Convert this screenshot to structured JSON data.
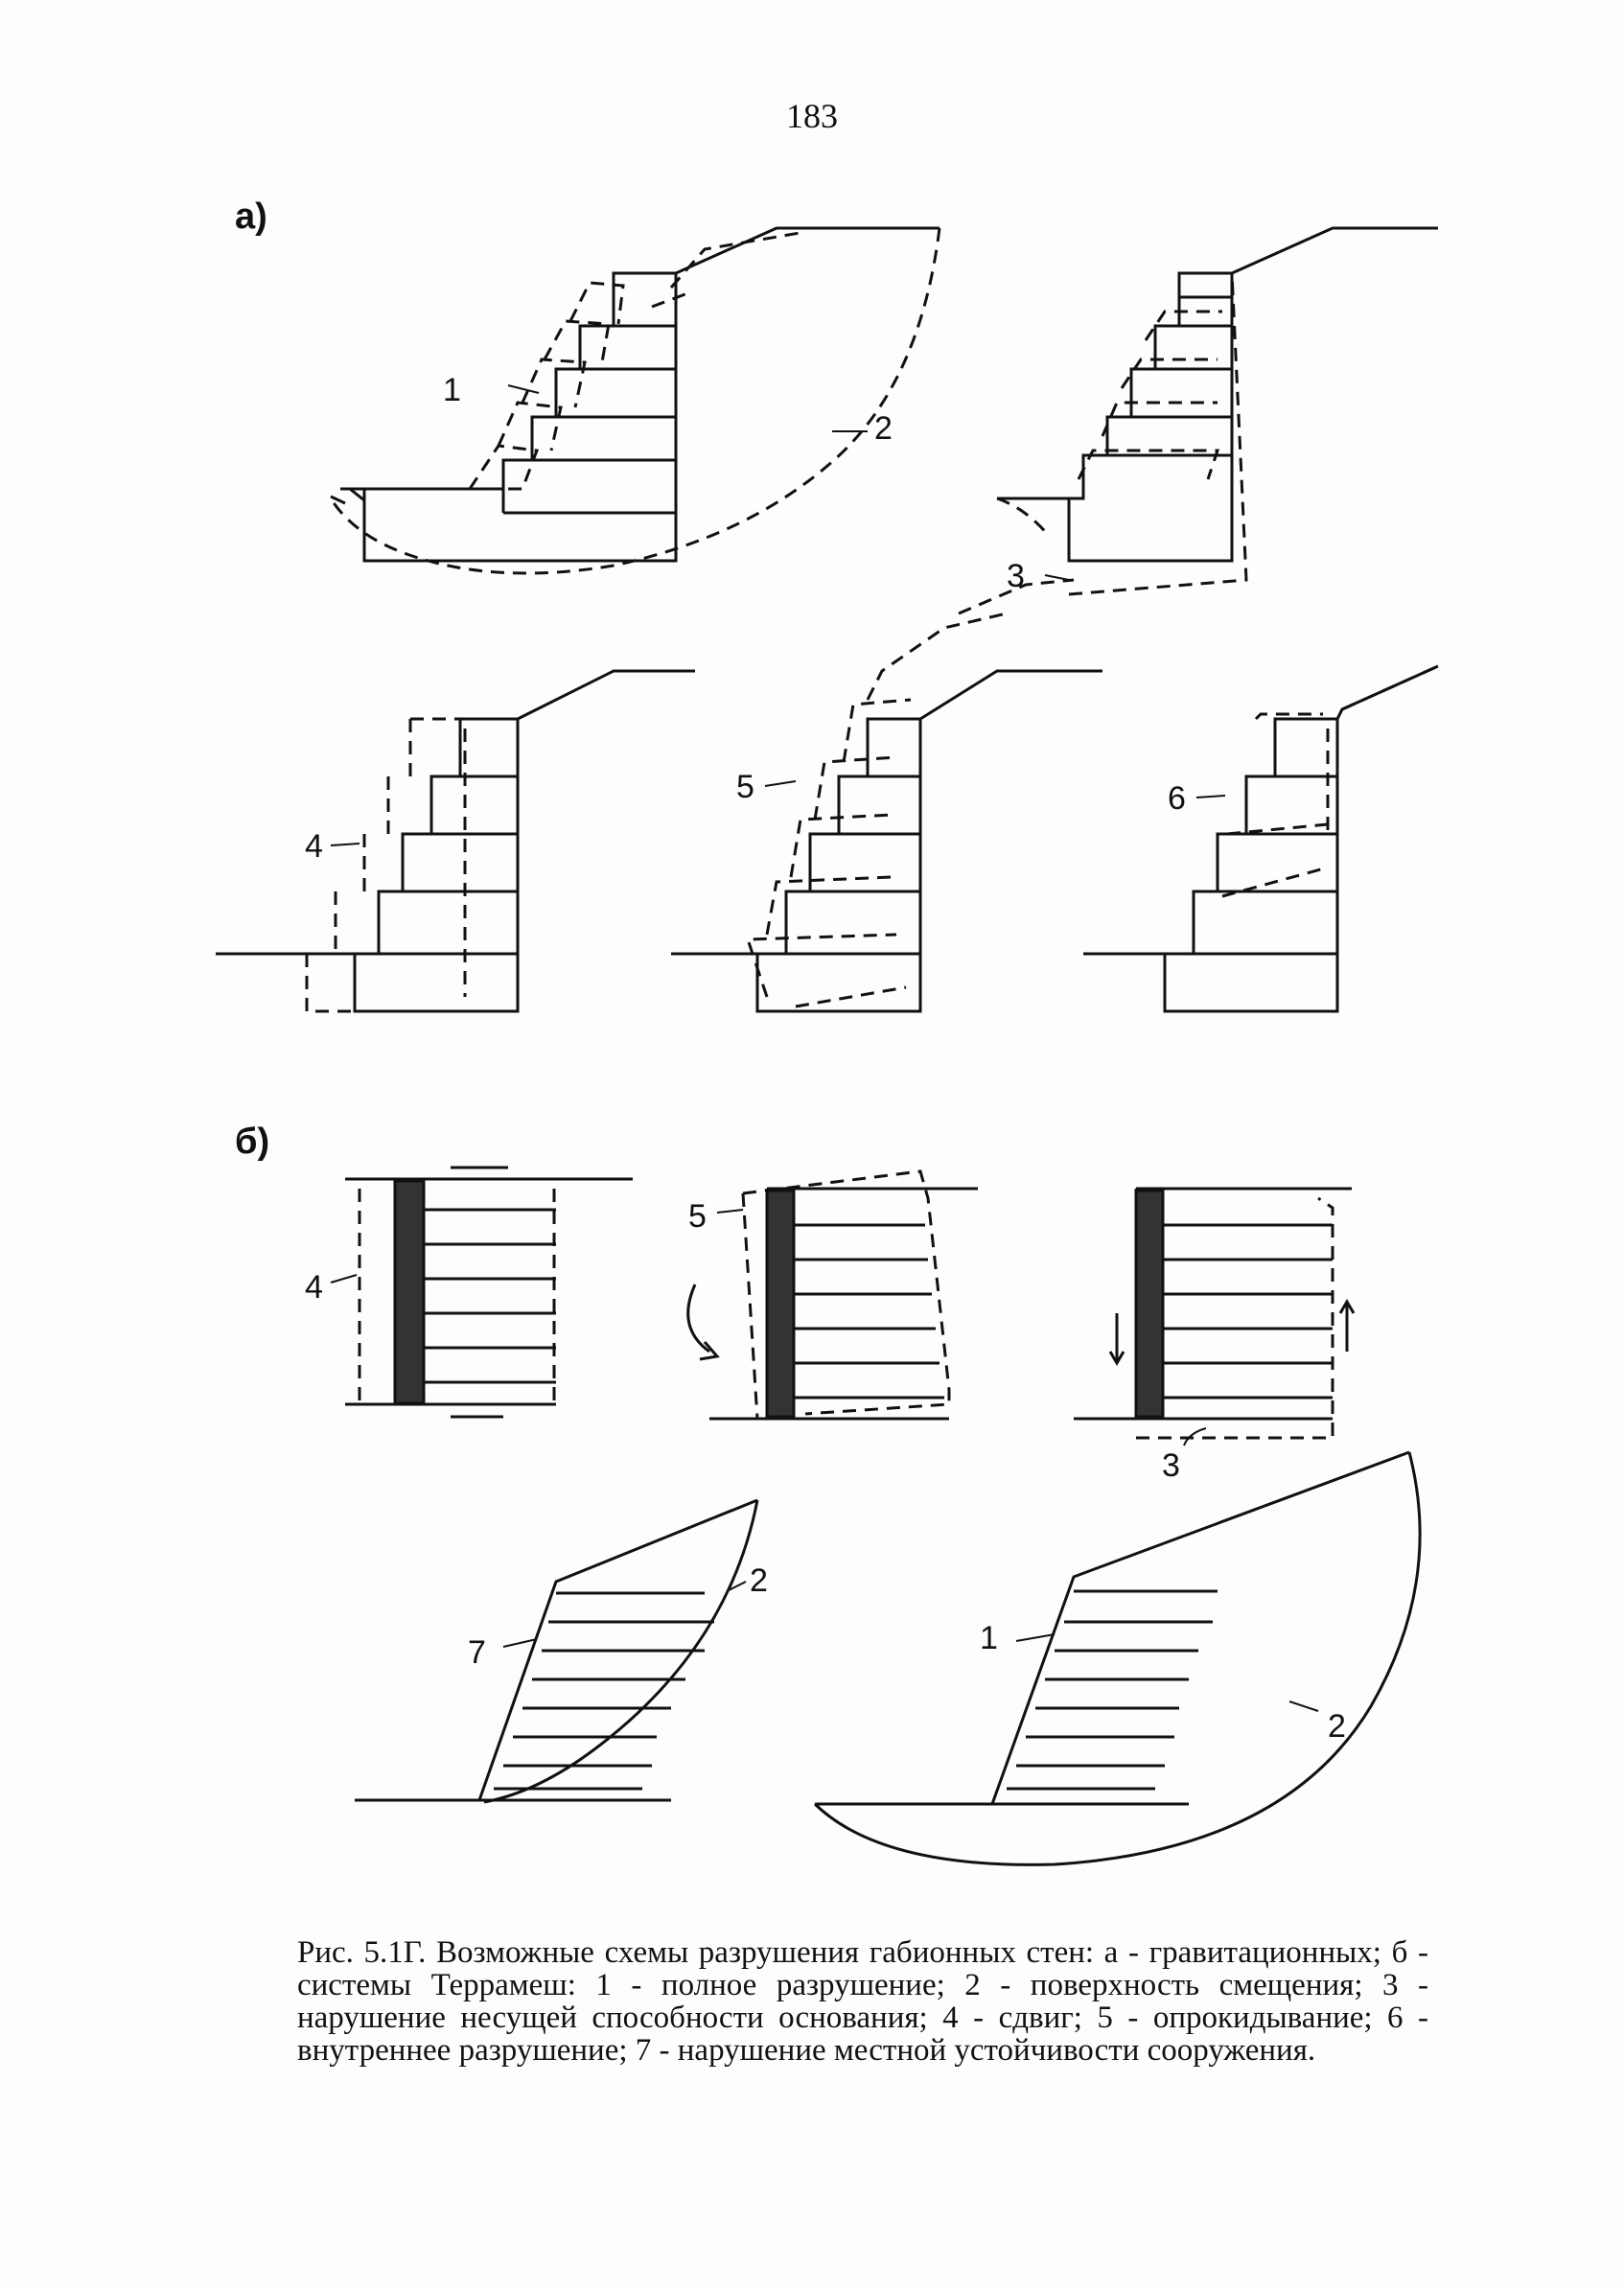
{
  "page_number": "183",
  "panels": {
    "a": "а)",
    "b": "б)"
  },
  "figure_labels": {
    "l1_top": "1",
    "l2_top": "2",
    "l3_top": "3",
    "l4_mid": "4",
    "l5_mid": "5",
    "l6_mid": "6",
    "l4_b": "4",
    "l5_b": "5",
    "l3_b": "3",
    "l2_left": "2",
    "l7_left": "7",
    "l1_right": "1",
    "l2_right": "2"
  },
  "caption": "Рис. 5.1Г. Возможные схемы разрушения габионных стен: а - гравитационных; б - системы Террамеш: 1 - полное разрушение; 2 - поверхность смещения; 3 - нарушение несущей способности основания; 4 - сдвиг; 5 - опрокидывание; 6 - внутреннее разрушение; 7 - нарушение местной устойчивости сооружения."
}
